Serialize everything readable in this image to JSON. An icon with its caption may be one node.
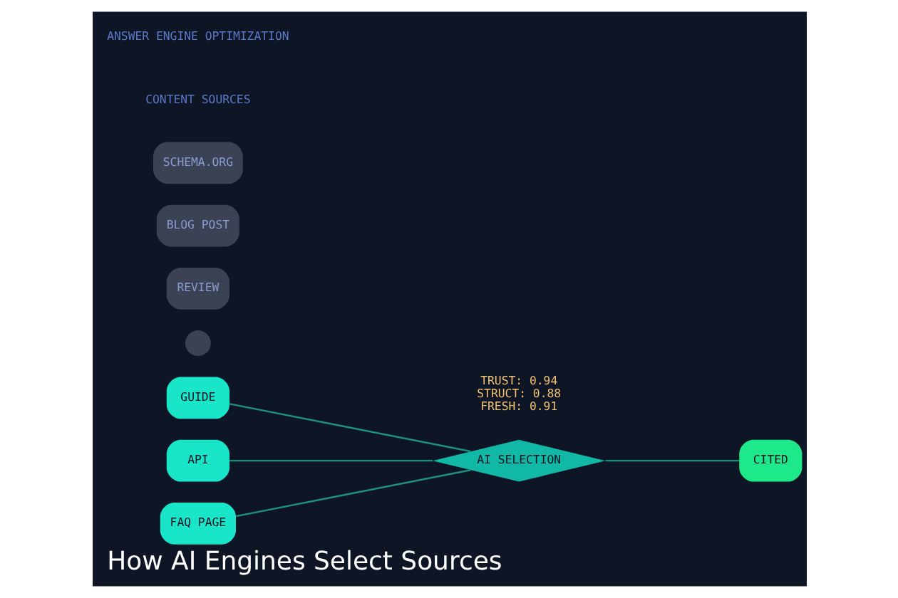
{
  "diagram": {
    "title": "How AI Engines Select Sources",
    "nodes": [
      {
        "text": [
          "SCHEMA.ORG"
        ]
      },
      {
        "text": [
          "FAQ PAGE"
        ]
      },
      {
        "text": [
          "BLOG POST"
        ]
      },
      {
        "text": [
          "API"
        ]
      },
      {
        "text": [
          "REVIEW"
        ]
      },
      {
        "text": [
          "GUIDE"
        ]
      },
      {
        "text": [],
        "shape": "circle"
      },
      {
        "text": [
          "AI SELECTION"
        ],
        "beside": [
          "TRUST: 0.94",
          "STRUCT: 0.88",
          "FRESH: 0.91"
        ]
      },
      {
        "text": [
          "CITED"
        ]
      }
    ],
    "edges": [
      {
        "from": 1,
        "to": 7,
        "arrow": "none"
      },
      {
        "from": 3,
        "to": 7,
        "arrow": "none"
      },
      {
        "from": 5,
        "to": 7,
        "arrow": "none"
      },
      {
        "from": 7,
        "to": 8,
        "arrow": "none"
      }
    ],
    "labels": [
      "CONTENT SOURCES",
      "ANSWER ENGINE OPTIMIZATION"
    ]
  }
}
